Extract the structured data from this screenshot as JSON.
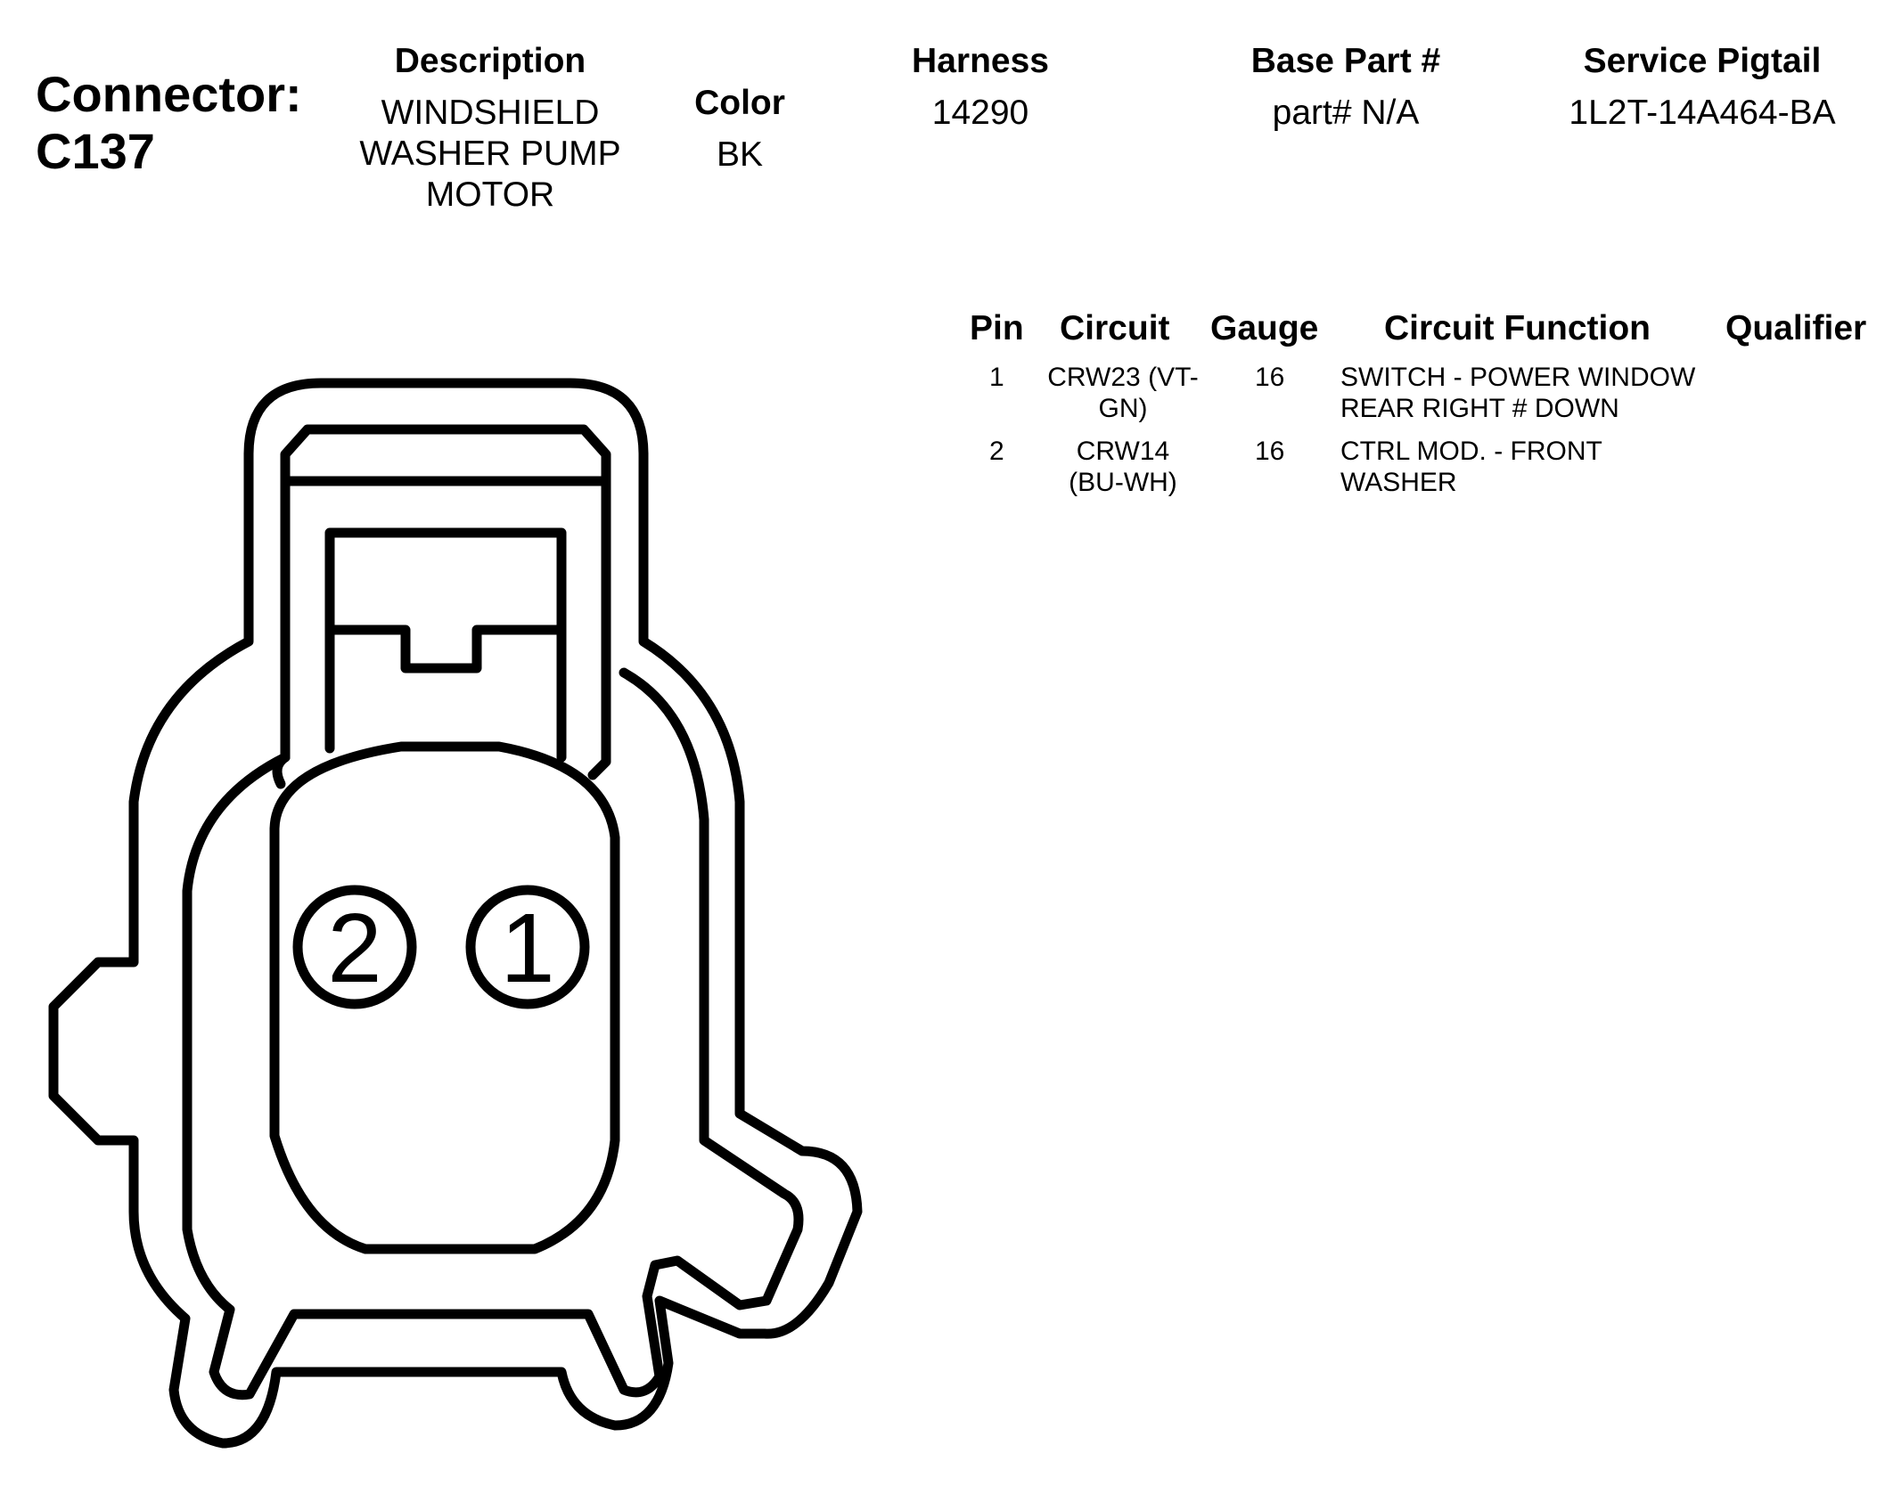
{
  "connector": {
    "label": "Connector:",
    "id": "C137"
  },
  "header": {
    "description": {
      "label": "Description",
      "lines": [
        "WINDSHIELD",
        "WASHER PUMP",
        "MOTOR"
      ]
    },
    "color": {
      "label": "Color",
      "value": "BK"
    },
    "harness": {
      "label": "Harness",
      "value": "14290"
    },
    "base_part": {
      "label": "Base Part #",
      "value": "part# N/A"
    },
    "service_pigtail": {
      "label": "Service Pigtail",
      "value": "1L2T-14A464-BA"
    }
  },
  "pin_table": {
    "headers": {
      "pin": "Pin",
      "circuit": "Circuit",
      "gauge": "Gauge",
      "function": "Circuit Function",
      "qualifier": "Qualifier"
    },
    "rows": [
      {
        "pin": "1",
        "circuit": [
          "CRW23 (VT-",
          "GN)"
        ],
        "gauge": "16",
        "function": [
          "SWITCH - POWER WINDOW",
          "REAR RIGHT # DOWN"
        ],
        "qualifier": ""
      },
      {
        "pin": "2",
        "circuit": [
          "CRW14",
          "(BU-WH)"
        ],
        "gauge": "16",
        "function": [
          "CTRL MOD. - FRONT",
          "WASHER"
        ],
        "qualifier": ""
      }
    ]
  },
  "diagram": {
    "pin_labels": [
      "2",
      "1"
    ]
  }
}
